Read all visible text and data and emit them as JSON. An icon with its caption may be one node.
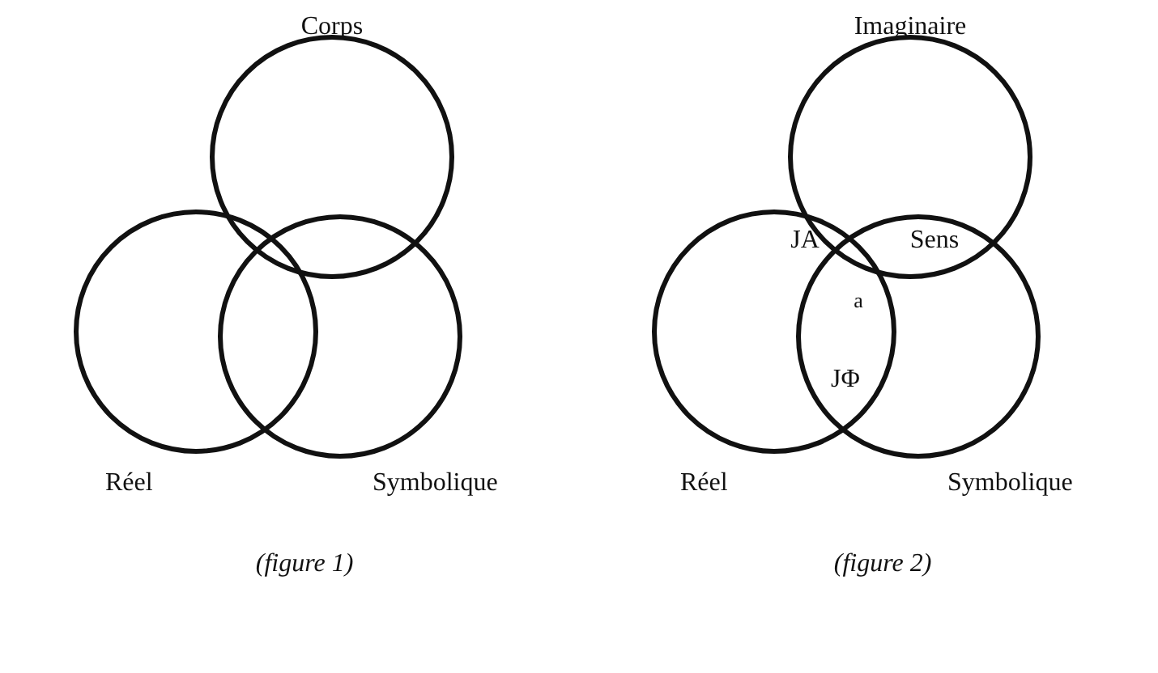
{
  "diagram": {
    "nodes": [
      {
        "text": [
          "Corps"
        ]
      },
      {
        "text": [
          "Réel"
        ]
      },
      {
        "text": [
          "Symbolique"
        ]
      },
      {
        "text": [
          "Imaginaire"
        ]
      },
      {
        "text": [
          "Réel"
        ]
      },
      {
        "text": [
          "Symbolique"
        ]
      }
    ],
    "labels": [
      "JA",
      "Sens",
      "a",
      "JΦ",
      "(figure 1)",
      "(figure 2)"
    ]
  }
}
